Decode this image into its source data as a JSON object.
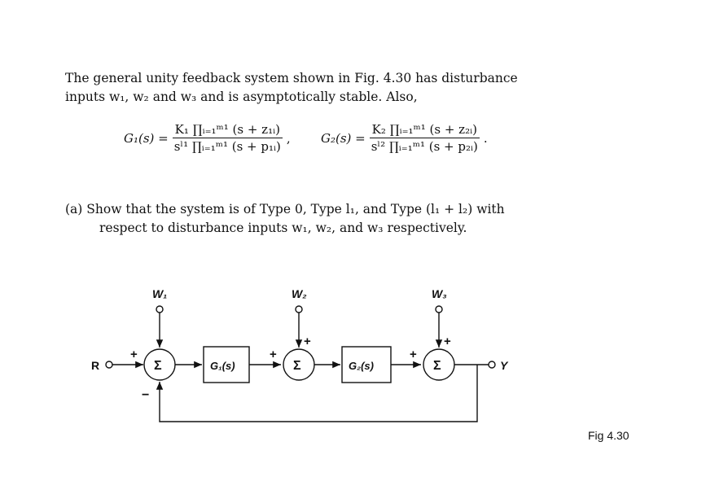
{
  "intro": {
    "line1": "The general unity feedback system shown in Fig. 4.30 has disturbance",
    "line2": "inputs w₁, w₂ and w₃ and is asymptotically stable. Also,"
  },
  "equations": {
    "g1": {
      "lhs": "G₁(s) =",
      "numerator": "K₁ ∏ᵢ₌₁ᵐ¹ (s + z₁ᵢ)",
      "denominator": "sˡ¹ ∏ᵢ₌₁ᵐ¹ (s + p₁ᵢ)",
      "trail": ","
    },
    "g2": {
      "lhs": "G₂(s) =",
      "numerator": "K₂ ∏ᵢ₌₁ᵐ¹ (s + z₂ᵢ)",
      "denominator": "sˡ² ∏ᵢ₌₁ᵐ¹ (s + p₂ᵢ)",
      "trail": "."
    }
  },
  "part_a": {
    "line1": "(a) Show that the system is of Type 0, Type l₁, and Type (l₁ + l₂) with",
    "line2": "respect to disturbance inputs w₁, w₂, and w₃ respectively."
  },
  "diagram": {
    "input_label": "R",
    "output_label": "Y",
    "disturbances": [
      "W₁",
      "W₂",
      "W₃"
    ],
    "summer_symbol": "Σ",
    "blocks": [
      "G₁(s)",
      "G₂(s)"
    ],
    "plus_sign": "+",
    "minus_sign": "−"
  },
  "caption": "Fig 4.30"
}
